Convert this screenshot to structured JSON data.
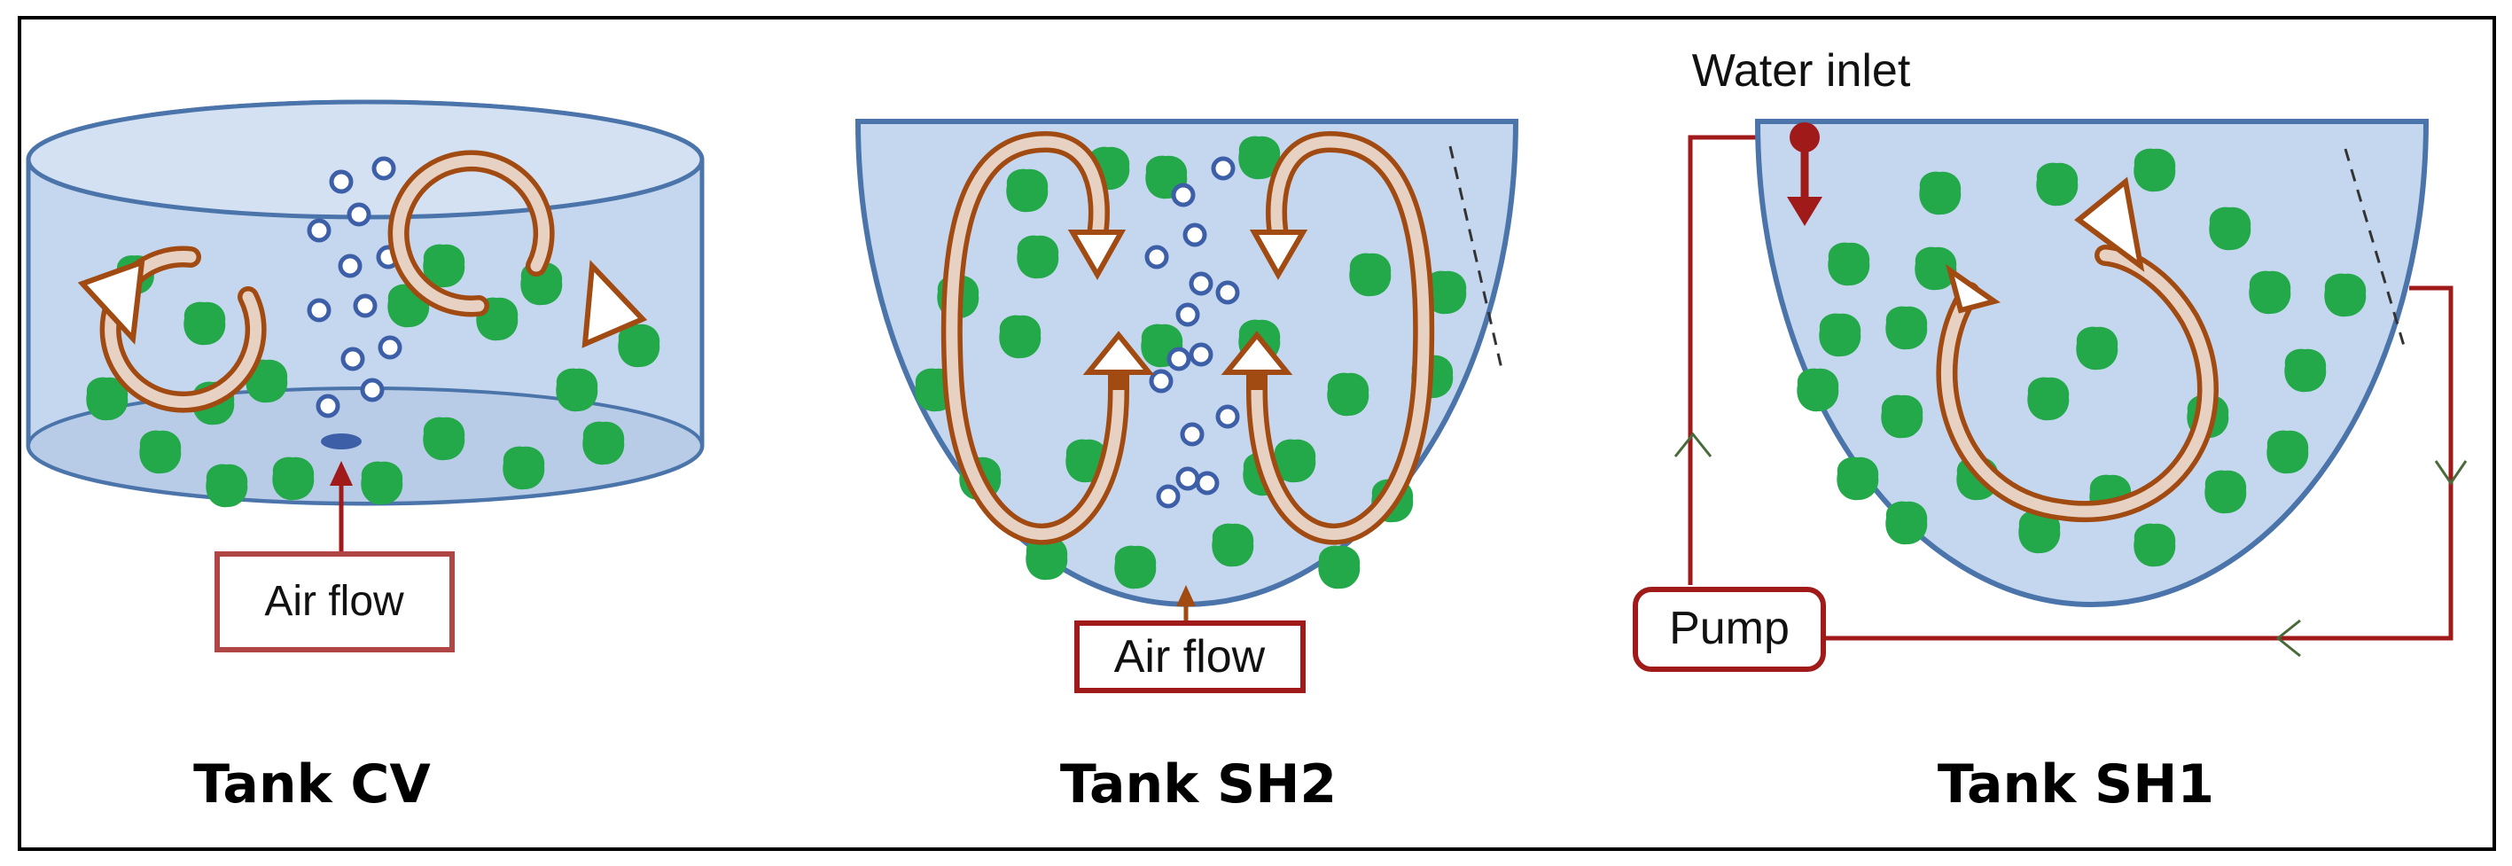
{
  "tanks": [
    {
      "title": "Tank CV",
      "label": "Air flow"
    },
    {
      "title": "Tank SH2",
      "label": "Air flow"
    },
    {
      "title": "Tank SH1",
      "label": "Pump",
      "inlet_label": "Water inlet"
    }
  ],
  "colors": {
    "water_fill": "#c5d7ee",
    "tank_outline": "#4a74aa",
    "bead_green": "#23a84a",
    "flow_arrow": "#a14a12",
    "bubble": "#3d5fa8",
    "pipe_red": "#a11a1a"
  }
}
